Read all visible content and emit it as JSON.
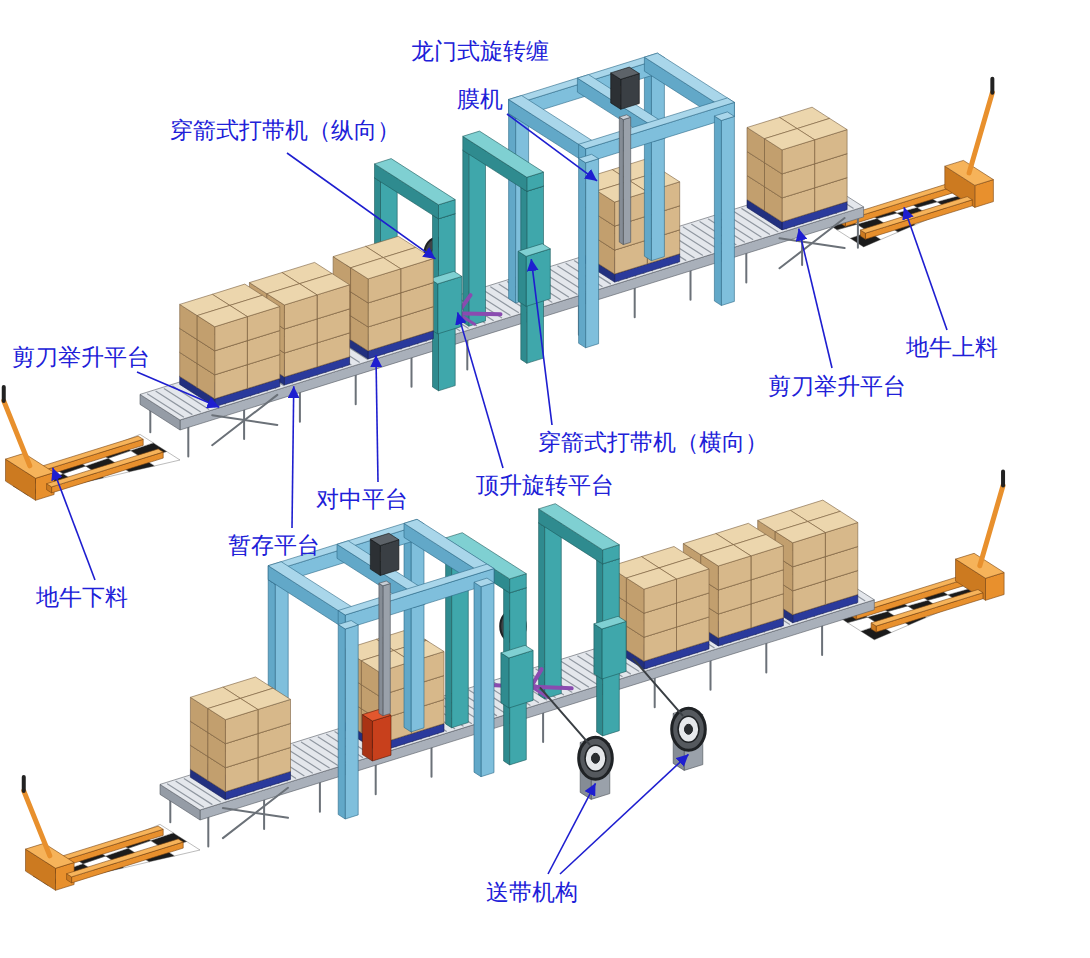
{
  "diagram": {
    "labels": [
      "龙门式旋转缠 膜机",
      "穿箭式打带机（纵向）",
      "剪刀举升平台",
      "对中平台",
      "顶升旋转平台",
      "穿箭式打带机（横向）",
      "剪刀举升平台",
      "地牛上料",
      "暂存平台",
      "地牛下料",
      "送带机构"
    ]
  }
}
